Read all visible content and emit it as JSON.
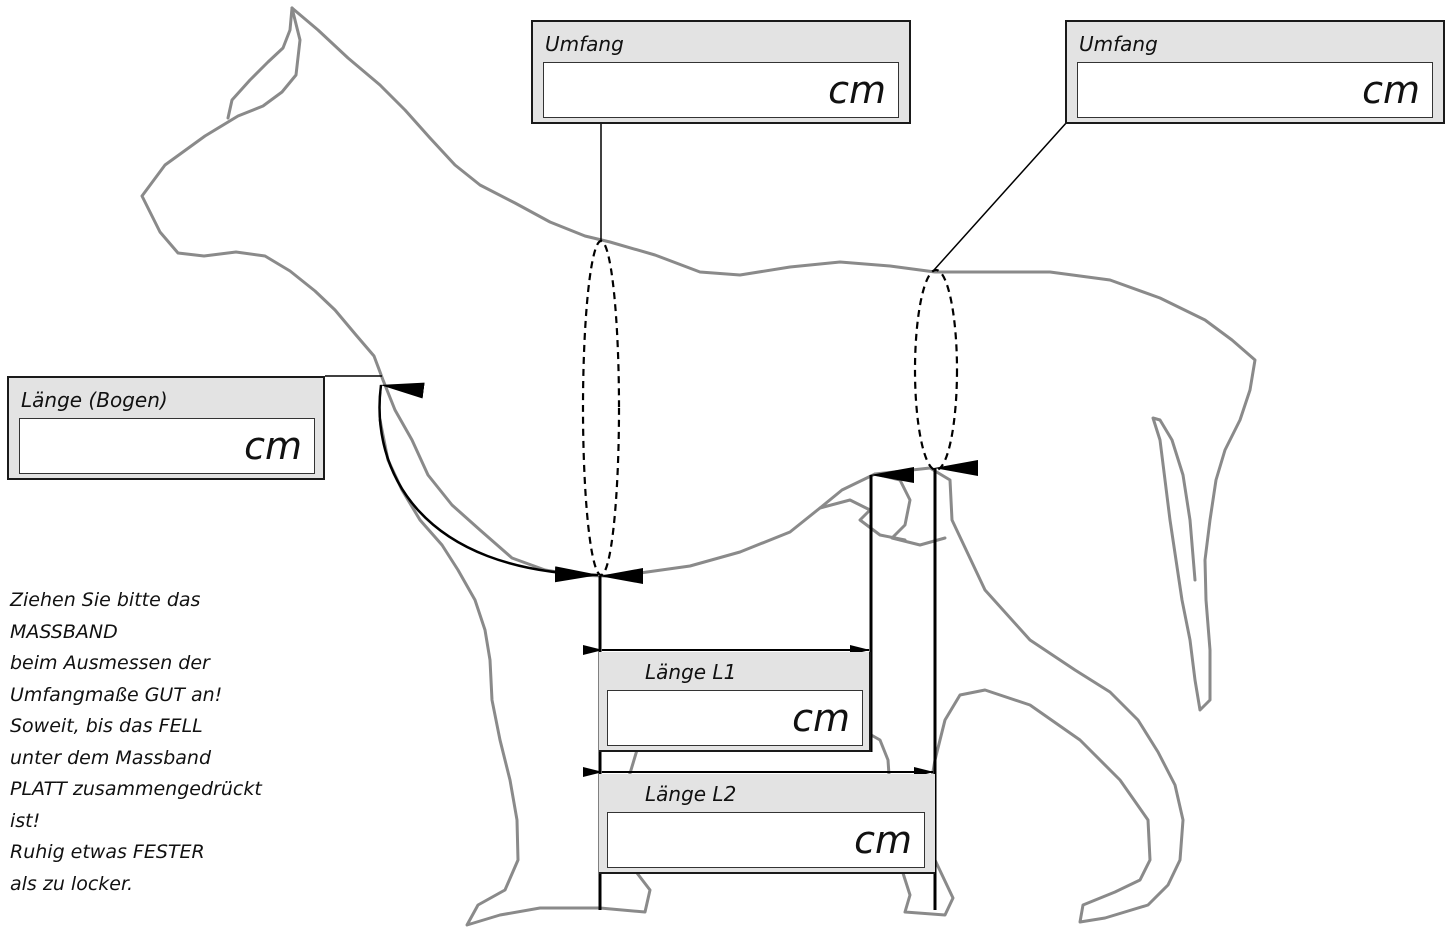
{
  "boxes": {
    "umfang_front": {
      "label": "Umfang",
      "unit": "cm"
    },
    "umfang_rear": {
      "label": "Umfang",
      "unit": "cm"
    },
    "laenge_bogen": {
      "label": "Länge (Bogen)",
      "unit": "cm"
    },
    "laenge_l1": {
      "label": "Länge L1",
      "unit": "cm"
    },
    "laenge_l2": {
      "label": "Länge L2",
      "unit": "cm"
    }
  },
  "note": [
    "Ziehen Sie bitte das",
    "MASSBAND",
    "beim Ausmessen der",
    "Umfangmaße GUT an!",
    "Soweit, bis das FELL",
    "unter dem Massband",
    "PLATT zusammengedrückt",
    "ist!",
    "Ruhig etwas FESTER",
    "als zu locker."
  ],
  "colors": {
    "outline": "#8a8a8a",
    "line": "#000000",
    "box_fill": "#e3e3e3"
  },
  "icons": [
    "dog-silhouette",
    "arrow-head",
    "dashed-ellipse"
  ]
}
